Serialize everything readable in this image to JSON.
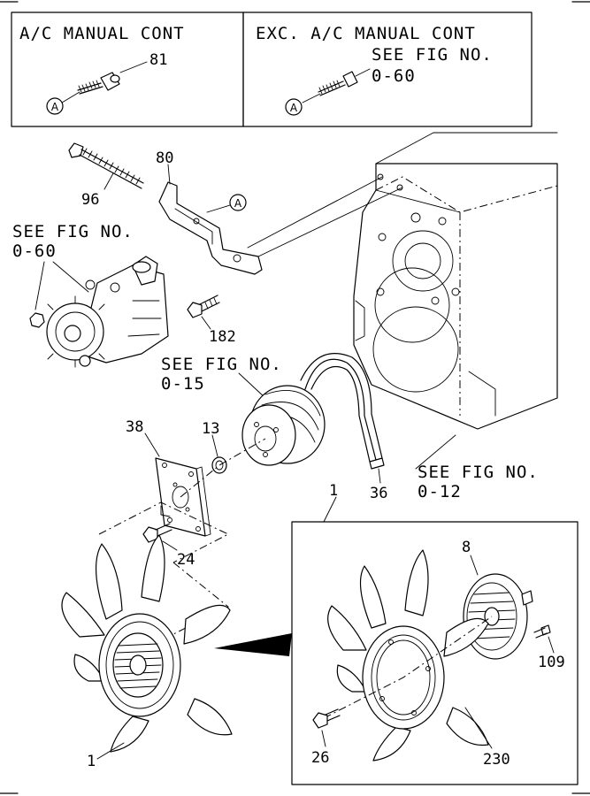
{
  "inset_boxes": {
    "left": {
      "title": "A/C MANUAL CONT",
      "part_number": "81",
      "marker": "A"
    },
    "right": {
      "title": "EXC. A/C MANUAL CONT",
      "ref_line1": "SEE FIG NO.",
      "ref_line2": "0-60",
      "marker": "A"
    }
  },
  "references": {
    "power_steering_pump": {
      "line1": "SEE FIG NO.",
      "line2": "0-60"
    },
    "pulley": {
      "line1": "SEE FIG NO.",
      "line2": "0-15"
    },
    "engine_block": {
      "line1": "SEE FIG NO.",
      "line2": "0-12"
    }
  },
  "callouts": {
    "bolt_long": "96",
    "bracket": "80",
    "bracket_marker": "A",
    "bolt_bracket": "182",
    "plate": "38",
    "washer": "13",
    "belt": "36",
    "bolt_plate": "24",
    "fan_assembly_detail": "1",
    "fan_assembly_main": "1",
    "fan_clutch": "8",
    "stud_bolt": "109",
    "bolt_fan": "26",
    "fan": "230"
  }
}
